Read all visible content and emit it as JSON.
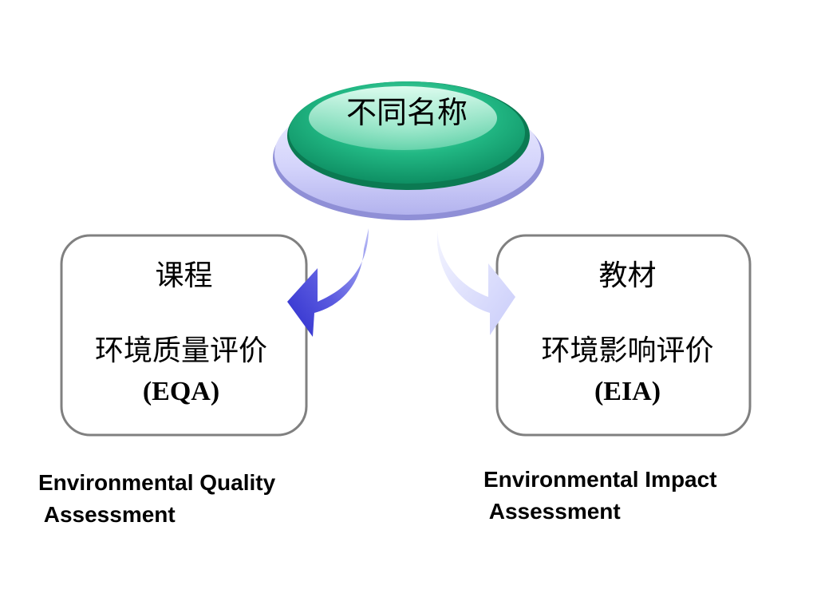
{
  "center": {
    "title": "不同名称"
  },
  "left_box": {
    "heading": "课程",
    "term_cn": "环境质量评价",
    "abbreviation": "(EQA)",
    "caption_line1": "Environmental Quality",
    "caption_line2": " Assessment"
  },
  "right_box": {
    "heading": "教材",
    "term_cn": "环境影响评价",
    "abbreviation": "(EIA)",
    "caption_line1": "Environmental Impact",
    "caption_line2": " Assessment"
  },
  "colors": {
    "oval_green": "#1aa878",
    "oval_highlight": "#bff2dd",
    "platform_lavender": "#d6d6ff",
    "box_border": "#808080",
    "left_arrow": "#3d3dd6",
    "right_arrow": "#d9dcff"
  },
  "icons": {
    "left_arrow": "curved-arrow-down-left-icon",
    "right_arrow": "curved-arrow-down-right-icon"
  }
}
